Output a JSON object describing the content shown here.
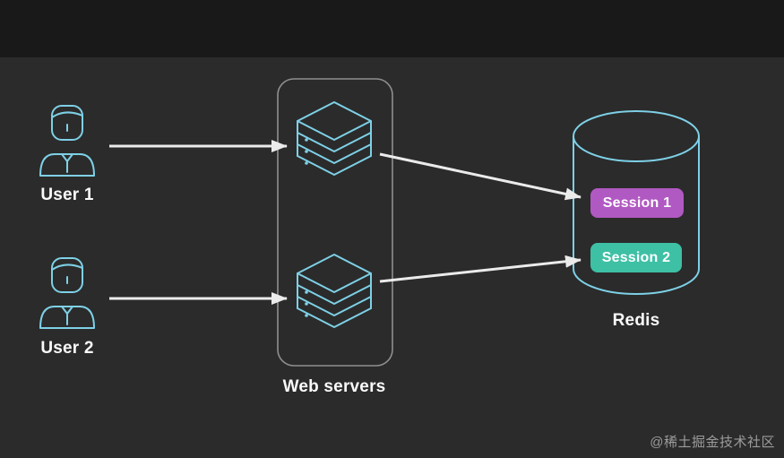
{
  "colors": {
    "background": "#2b2b2b",
    "top_band": "#191919",
    "cyan": "#7ed0e6",
    "box_border": "#8f8f8f",
    "arrow": "#ebebeb",
    "session1_bg": "#b159c2",
    "session2_bg": "#3ec0a5",
    "label_text": "#fafafa",
    "watermark_text": "#9c9c9c"
  },
  "diagram": {
    "users": [
      {
        "label": "User 1"
      },
      {
        "label": "User 2"
      }
    ],
    "web_servers_label": "Web servers",
    "redis_label": "Redis",
    "sessions": [
      {
        "label": "Session 1"
      },
      {
        "label": "Session 2"
      }
    ],
    "watermark": "@稀土掘金技术社区"
  }
}
